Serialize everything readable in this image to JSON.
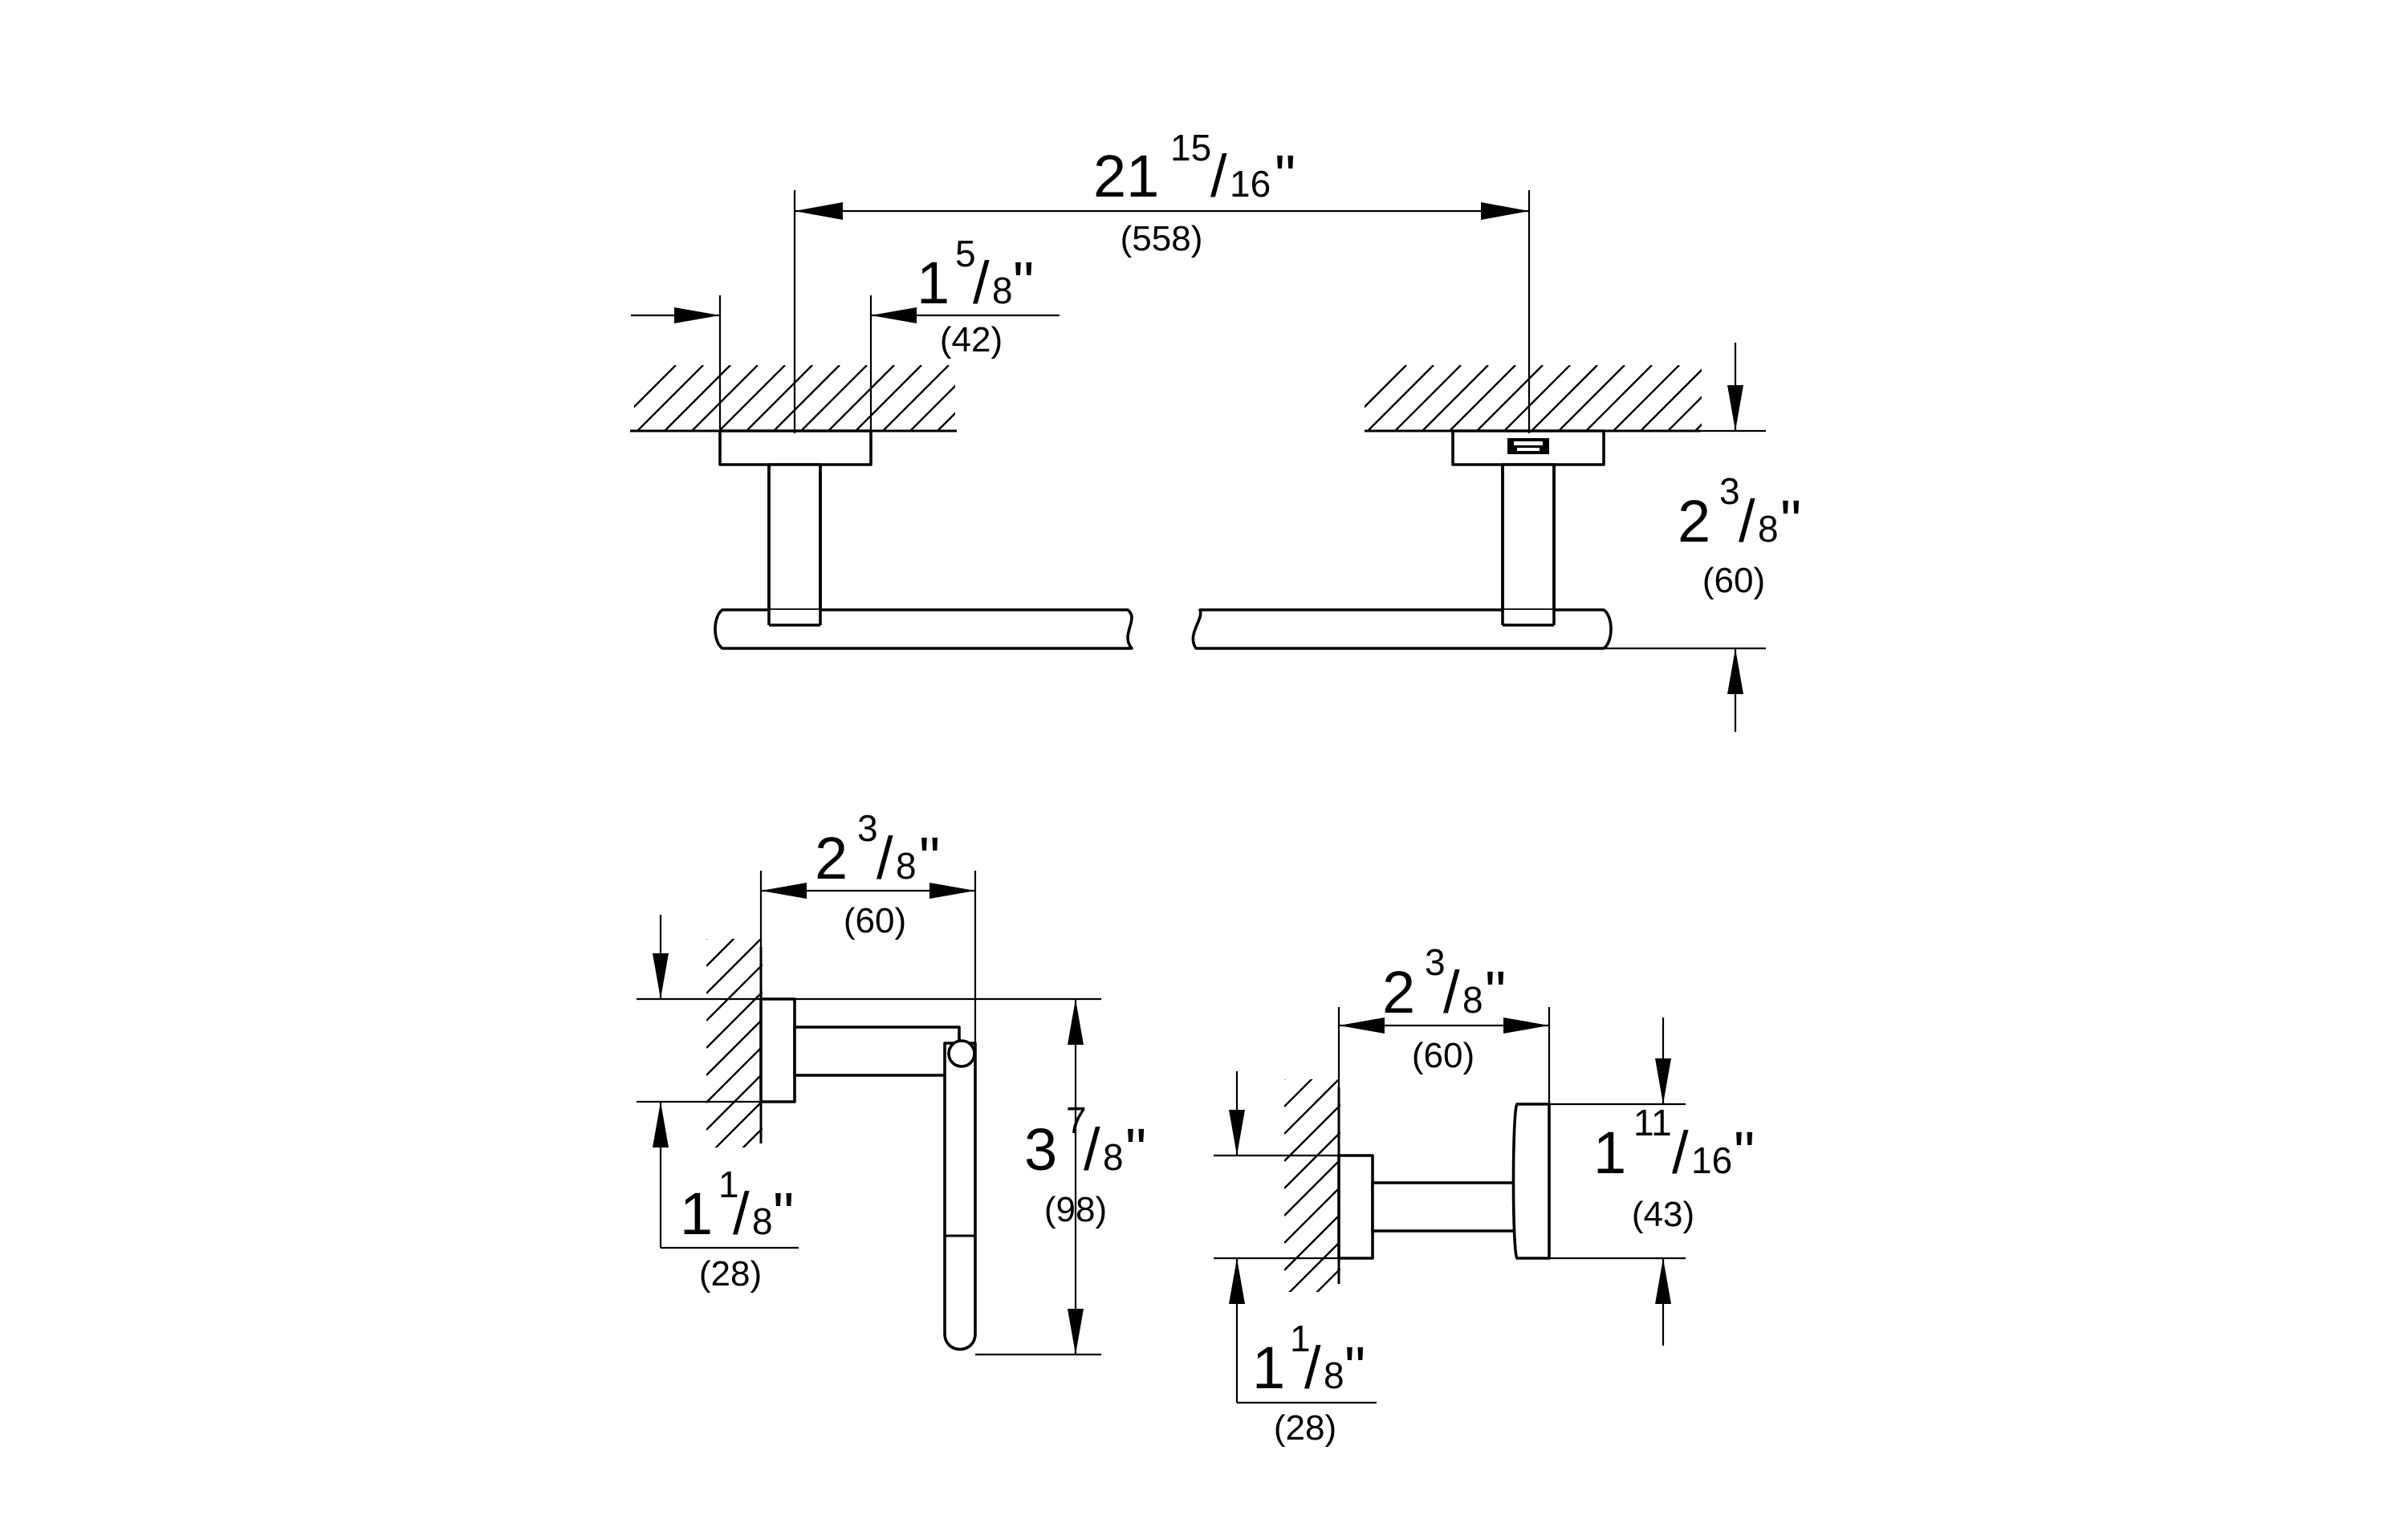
{
  "dimensions": {
    "overall_width": {
      "whole": "21",
      "num": "15",
      "den": "16",
      "metric": "(558)"
    },
    "bracket_width": {
      "whole": "1",
      "num": "5",
      "den": "8",
      "metric": "(42)"
    },
    "projection_top": {
      "whole": "2",
      "num": "3",
      "den": "8",
      "metric": "(60)"
    },
    "holder_projection": {
      "whole": "2",
      "num": "3",
      "den": "8",
      "metric": "(60)"
    },
    "holder_height": {
      "whole": "3",
      "num": "7",
      "den": "8",
      "metric": "(98)"
    },
    "holder_base": {
      "whole": "1",
      "num": "1",
      "den": "8",
      "metric": "(28)"
    },
    "hook_projection": {
      "whole": "2",
      "num": "3",
      "den": "8",
      "metric": "(60)"
    },
    "hook_height": {
      "whole": "1",
      "num": "11",
      "den": "16",
      "metric": "(43)"
    },
    "hook_base": {
      "whole": "1",
      "num": "1",
      "den": "8",
      "metric": "(28)"
    }
  },
  "icons": {
    "logo": "brand-logo-icon"
  }
}
